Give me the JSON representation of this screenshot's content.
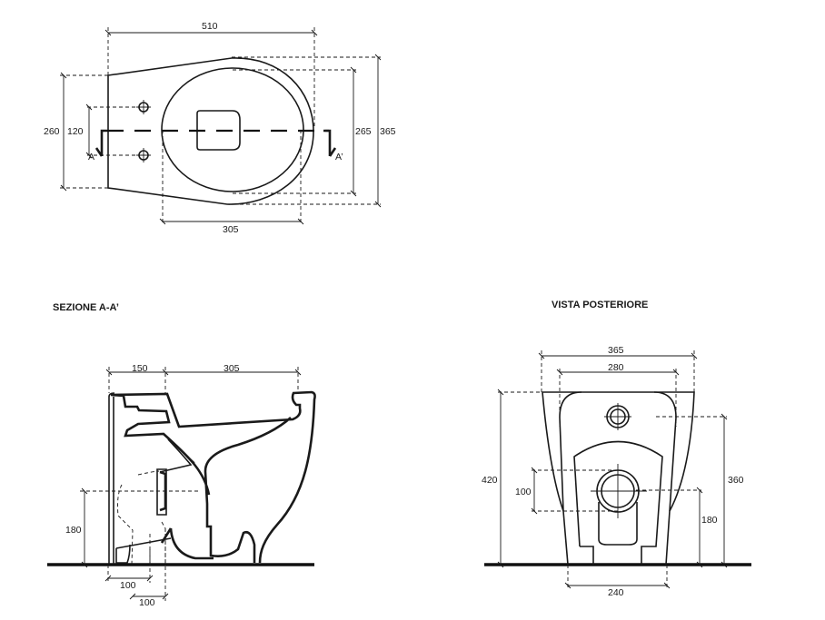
{
  "plan_view": {
    "dims": {
      "length": "510",
      "width_back": "260",
      "holes_spacing": "120",
      "bowl_width": "265",
      "total_width": "365",
      "bowl_length": "305"
    },
    "section_markers": {
      "left": "A",
      "right": "A’"
    }
  },
  "section_view": {
    "title": "SEZIONE A-A’",
    "dims": {
      "back_depth": "150",
      "bowl_length": "305",
      "outlet_height": "180",
      "offset_1": "100",
      "offset_2": "100"
    }
  },
  "rear_view": {
    "title": "VISTA POSTERIORE",
    "dims": {
      "total_width": "365",
      "inner_width": "280",
      "height": "420",
      "outlet_range": "100",
      "inlet_height": "360",
      "outlet_height": "180",
      "base_width": "240"
    }
  }
}
